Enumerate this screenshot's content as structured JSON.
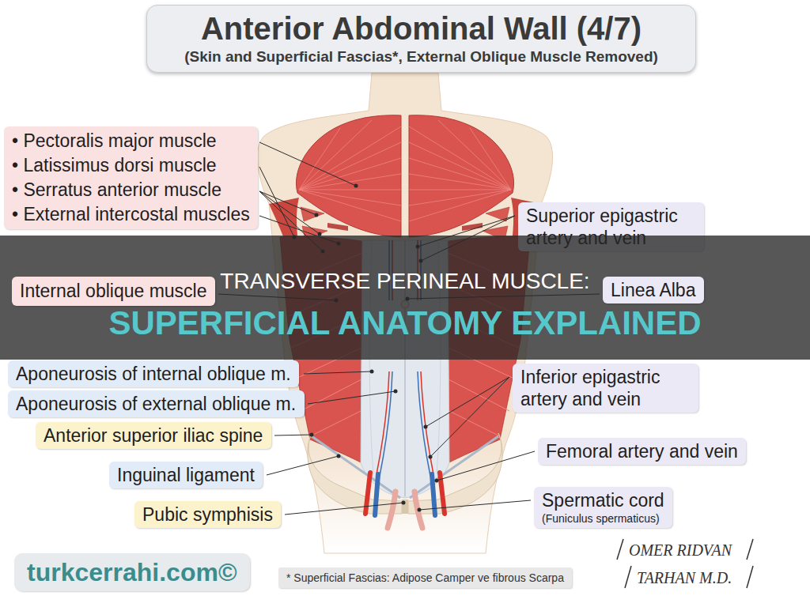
{
  "diagram": {
    "nodes": [
      {
        "text": [
          "Anterior Abdominal Wall (4/7)",
          "(Skin and Superficial Fascias*, External Oblique Muscle Removed)"
        ]
      },
      {
        "text": [
          "• Pectoralis major muscle",
          "• Latissimus dorsi muscle",
          "• Serratus anterior muscle",
          "• External intercostal muscles"
        ]
      },
      {
        "text": [
          "Superior epigastric artery and vein"
        ]
      },
      {
        "text": [
          "TRANSVERSE PERINEAL MUSCLE:",
          "SUPERFICIAL ANATOMY EXPLAINED"
        ]
      },
      {
        "text": [
          "Internal oblique muscle"
        ]
      },
      {
        "text": [
          "Linea Alba"
        ]
      },
      {
        "text": [
          "Aponeurosis of internal oblique m."
        ]
      },
      {
        "text": [
          "Aponeurosis of external oblique m."
        ]
      },
      {
        "text": [
          "Inferior epigastric artery and vein"
        ]
      },
      {
        "text": [
          "Anterior superior iliac spine"
        ]
      },
      {
        "text": [
          "Femoral artery and vein"
        ]
      },
      {
        "text": [
          "Inguinal ligament"
        ]
      },
      {
        "text": [
          "Spermatic cord",
          "(Funiculus spermaticus)"
        ]
      },
      {
        "text": [
          "Pubic symphisis"
        ]
      },
      {
        "text": [
          "turkcerrahi.com©"
        ]
      },
      {
        "text": [
          "* Superficial Fascias: Adipose Camper ve fibrous Scarpa"
        ]
      }
    ],
    "labels": [
      "OMER RIDVAN",
      "TARHAN M.D."
    ]
  }
}
